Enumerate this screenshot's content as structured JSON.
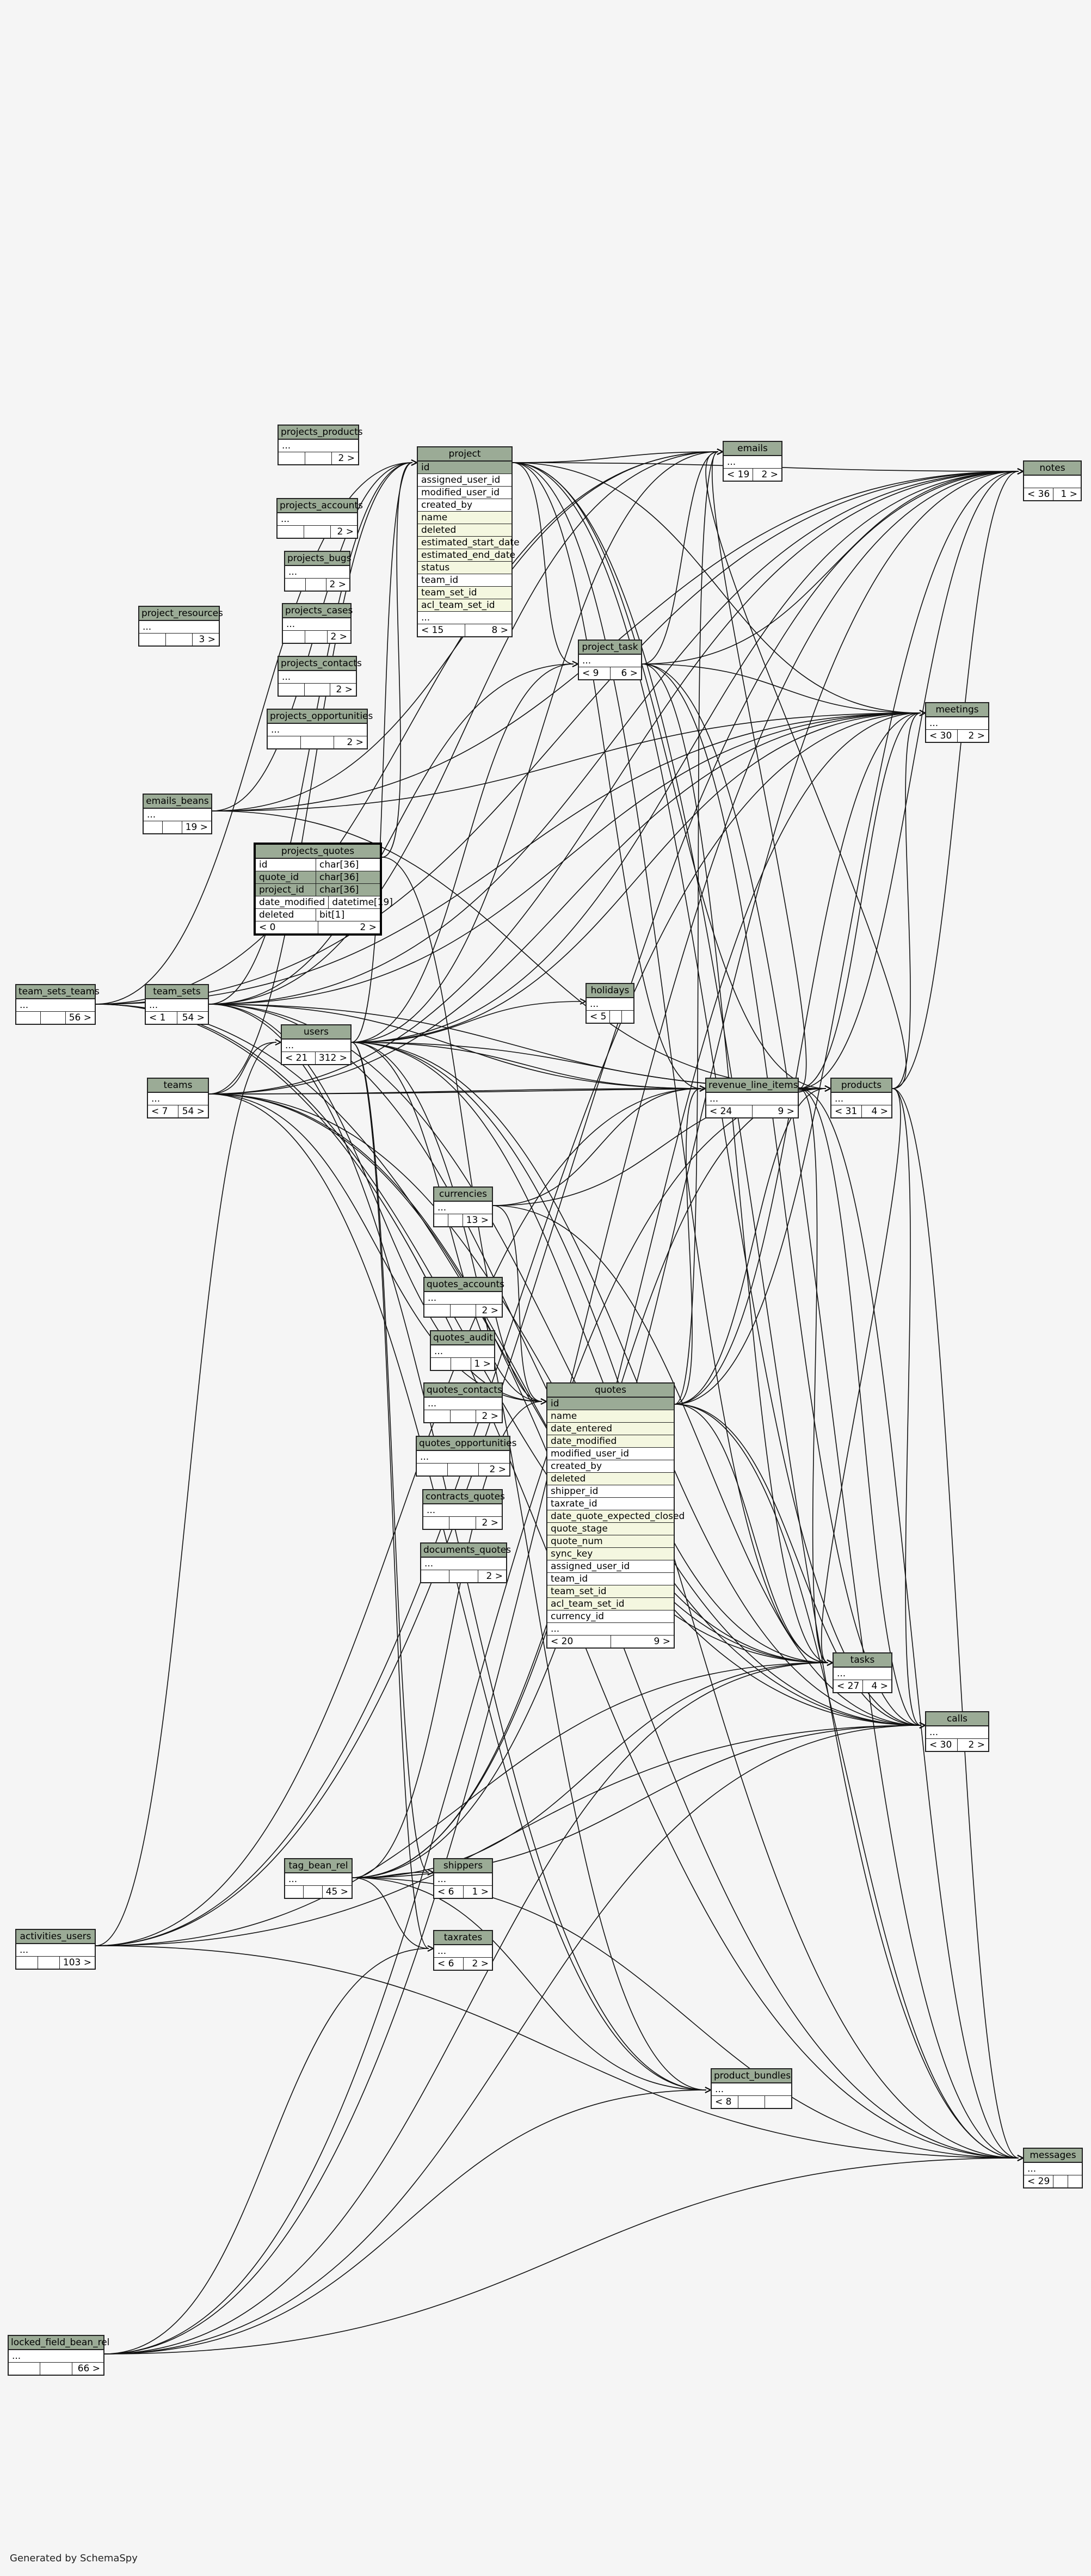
{
  "footer": "Generated by SchemaSpy",
  "tables": {
    "notes": {
      "name": "notes",
      "dots": "",
      "parents": "< 36",
      "children": "1 >"
    },
    "emails": {
      "name": "emails",
      "dots": "...",
      "parents": "< 19",
      "children": "2 >"
    },
    "project": {
      "name": "project",
      "parents": "< 15",
      "children": "8 >",
      "columns": [
        {
          "name": "id",
          "kind": "key"
        },
        {
          "name": "assigned_user_id",
          "kind": "plain"
        },
        {
          "name": "modified_user_id",
          "kind": "plain"
        },
        {
          "name": "created_by",
          "kind": "plain"
        },
        {
          "name": "name",
          "kind": "attr"
        },
        {
          "name": "deleted",
          "kind": "attr"
        },
        {
          "name": "estimated_start_date",
          "kind": "attr"
        },
        {
          "name": "estimated_end_date",
          "kind": "attr"
        },
        {
          "name": "status",
          "kind": "attr"
        },
        {
          "name": "team_id",
          "kind": "plain"
        },
        {
          "name": "team_set_id",
          "kind": "attr"
        },
        {
          "name": "acl_team_set_id",
          "kind": "attr"
        },
        {
          "name": "...",
          "kind": "dots"
        }
      ]
    },
    "projects_products": {
      "name": "projects_products",
      "dots": "...",
      "parents": "",
      "children": "2 >"
    },
    "projects_accounts": {
      "name": "projects_accounts",
      "dots": "...",
      "parents": "",
      "children": "2 >"
    },
    "projects_bugs": {
      "name": "projects_bugs",
      "dots": "...",
      "parents": "",
      "children": "2 >"
    },
    "projects_cases": {
      "name": "projects_cases",
      "dots": "...",
      "parents": "",
      "children": "2 >"
    },
    "projects_contacts": {
      "name": "projects_contacts",
      "dots": "...",
      "parents": "",
      "children": "2 >"
    },
    "projects_opportunities": {
      "name": "projects_opportunities",
      "dots": "...",
      "parents": "",
      "children": "2 >"
    },
    "project_resources": {
      "name": "project_resources",
      "dots": "...",
      "parents": "",
      "children": "3 >"
    },
    "project_task": {
      "name": "project_task",
      "dots": "...",
      "parents": "< 9",
      "children": "6 >"
    },
    "meetings": {
      "name": "meetings",
      "dots": "...",
      "parents": "< 30",
      "children": "2 >"
    },
    "emails_beans": {
      "name": "emails_beans",
      "dots": "...",
      "parents": "",
      "children": "19 >"
    },
    "projects_quotes": {
      "name": "projects_quotes",
      "parents": "< 0",
      "children": "2 >",
      "columns": [
        {
          "name": "id",
          "type": "char[36]",
          "kind": "plain"
        },
        {
          "name": "quote_id",
          "type": "char[36]",
          "kind": "key"
        },
        {
          "name": "project_id",
          "type": "char[36]",
          "kind": "key"
        },
        {
          "name": "date_modified",
          "type": "datetime[19]",
          "kind": "plain"
        },
        {
          "name": "deleted",
          "type": "bit[1]",
          "kind": "plain"
        }
      ]
    },
    "team_sets_teams": {
      "name": "team_sets_teams",
      "dots": "...",
      "parents": "",
      "children": "56 >"
    },
    "team_sets": {
      "name": "team_sets",
      "dots": "...",
      "parents": "< 1",
      "children": "54 >"
    },
    "holidays": {
      "name": "holidays",
      "dots": "...",
      "parents": "< 5",
      "children": ""
    },
    "users": {
      "name": "users",
      "dots": "...",
      "parents": "< 21",
      "children": "312 >"
    },
    "teams": {
      "name": "teams",
      "dots": "...",
      "parents": "< 7",
      "children": "54 >"
    },
    "revenue_line_items": {
      "name": "revenue_line_items",
      "dots": "...",
      "parents": "< 24",
      "children": "9 >"
    },
    "products": {
      "name": "products",
      "dots": "...",
      "parents": "< 31",
      "children": "4 >"
    },
    "currencies": {
      "name": "currencies",
      "dots": "...",
      "parents": "",
      "children": "13 >"
    },
    "quotes_accounts": {
      "name": "quotes_accounts",
      "dots": "...",
      "parents": "",
      "children": "2 >"
    },
    "quotes_audit": {
      "name": "quotes_audit",
      "dots": "...",
      "parents": "",
      "children": "1 >"
    },
    "quotes_contacts": {
      "name": "quotes_contacts",
      "dots": "...",
      "parents": "",
      "children": "2 >"
    },
    "quotes_opportunities": {
      "name": "quotes_opportunities",
      "dots": "...",
      "parents": "",
      "children": "2 >"
    },
    "contracts_quotes": {
      "name": "contracts_quotes",
      "dots": "...",
      "parents": "",
      "children": "2 >"
    },
    "documents_quotes": {
      "name": "documents_quotes",
      "dots": "...",
      "parents": "",
      "children": "2 >"
    },
    "quotes": {
      "name": "quotes",
      "parents": "< 20",
      "children": "9 >",
      "columns": [
        {
          "name": "id",
          "kind": "key"
        },
        {
          "name": "name",
          "kind": "attr"
        },
        {
          "name": "date_entered",
          "kind": "attr"
        },
        {
          "name": "date_modified",
          "kind": "attr"
        },
        {
          "name": "modified_user_id",
          "kind": "plain"
        },
        {
          "name": "created_by",
          "kind": "plain"
        },
        {
          "name": "deleted",
          "kind": "attr"
        },
        {
          "name": "shipper_id",
          "kind": "plain"
        },
        {
          "name": "taxrate_id",
          "kind": "plain"
        },
        {
          "name": "date_quote_expected_closed",
          "kind": "attr"
        },
        {
          "name": "quote_stage",
          "kind": "attr"
        },
        {
          "name": "quote_num",
          "kind": "attr"
        },
        {
          "name": "sync_key",
          "kind": "attr"
        },
        {
          "name": "assigned_user_id",
          "kind": "plain"
        },
        {
          "name": "team_id",
          "kind": "plain"
        },
        {
          "name": "team_set_id",
          "kind": "attr"
        },
        {
          "name": "acl_team_set_id",
          "kind": "attr"
        },
        {
          "name": "currency_id",
          "kind": "plain"
        },
        {
          "name": "...",
          "kind": "dots"
        }
      ]
    },
    "tasks": {
      "name": "tasks",
      "dots": "...",
      "parents": "< 27",
      "children": "4 >"
    },
    "calls": {
      "name": "calls",
      "dots": "...",
      "parents": "< 30",
      "children": "2 >"
    },
    "tag_bean_rel": {
      "name": "tag_bean_rel",
      "dots": "...",
      "parents": "",
      "children": "45 >"
    },
    "shippers": {
      "name": "shippers",
      "dots": "...",
      "parents": "< 6",
      "children": "1 >"
    },
    "taxrates": {
      "name": "taxrates",
      "dots": "...",
      "parents": "< 6",
      "children": "2 >"
    },
    "activities_users": {
      "name": "activities_users",
      "dots": "...",
      "parents": "",
      "children": "103 >"
    },
    "product_bundles": {
      "name": "product_bundles",
      "dots": "...",
      "parents": "< 8",
      "children": ""
    },
    "messages": {
      "name": "messages",
      "dots": "...",
      "parents": "< 29",
      "children": ""
    },
    "locked_field_bean_rel": {
      "name": "locked_field_bean_rel",
      "dots": "...",
      "parents": "",
      "children": "66 >"
    }
  }
}
